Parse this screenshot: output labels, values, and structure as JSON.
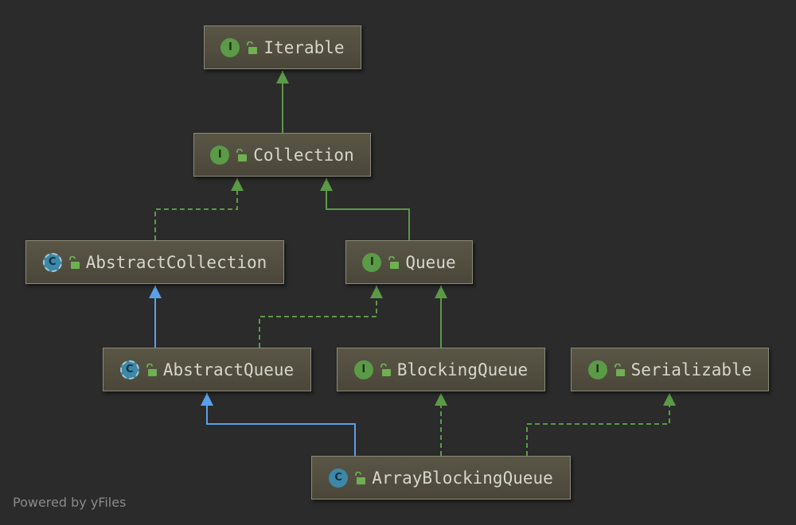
{
  "diagram": {
    "nodes": [
      {
        "id": "iterable",
        "label": "Iterable",
        "badge": "I",
        "kind": "interface"
      },
      {
        "id": "collection",
        "label": "Collection",
        "badge": "I",
        "kind": "interface"
      },
      {
        "id": "abstract_collection",
        "label": "AbstractCollection",
        "badge": "C",
        "kind": "abstract"
      },
      {
        "id": "queue",
        "label": "Queue",
        "badge": "I",
        "kind": "interface"
      },
      {
        "id": "abstract_queue",
        "label": "AbstractQueue",
        "badge": "C",
        "kind": "abstract"
      },
      {
        "id": "blocking_queue",
        "label": "BlockingQueue",
        "badge": "I",
        "kind": "interface"
      },
      {
        "id": "serializable",
        "label": "Serializable",
        "badge": "I",
        "kind": "interface"
      },
      {
        "id": "array_blocking_queue",
        "label": "ArrayBlockingQueue",
        "badge": "C",
        "kind": "class"
      }
    ],
    "edges": [
      {
        "from": "collection",
        "to": "iterable",
        "type": "extends-interface"
      },
      {
        "from": "abstract_collection",
        "to": "collection",
        "type": "implements"
      },
      {
        "from": "queue",
        "to": "collection",
        "type": "extends-interface"
      },
      {
        "from": "abstract_queue",
        "to": "abstract_collection",
        "type": "extends-class"
      },
      {
        "from": "abstract_queue",
        "to": "queue",
        "type": "implements"
      },
      {
        "from": "blocking_queue",
        "to": "queue",
        "type": "extends-interface"
      },
      {
        "from": "array_blocking_queue",
        "to": "abstract_queue",
        "type": "extends-class"
      },
      {
        "from": "array_blocking_queue",
        "to": "blocking_queue",
        "type": "implements"
      },
      {
        "from": "array_blocking_queue",
        "to": "serializable",
        "type": "implements"
      }
    ]
  },
  "colors": {
    "background": "#2b2b2b",
    "interface_edge": "#5b9a46",
    "class_edge": "#5aa0e8",
    "interface_badge": "#5b9a46",
    "class_badge": "#3d88a8"
  },
  "icons": {
    "visibility": "unlocked-padlock-icon"
  },
  "footer": {
    "text": "Powered by yFiles"
  }
}
